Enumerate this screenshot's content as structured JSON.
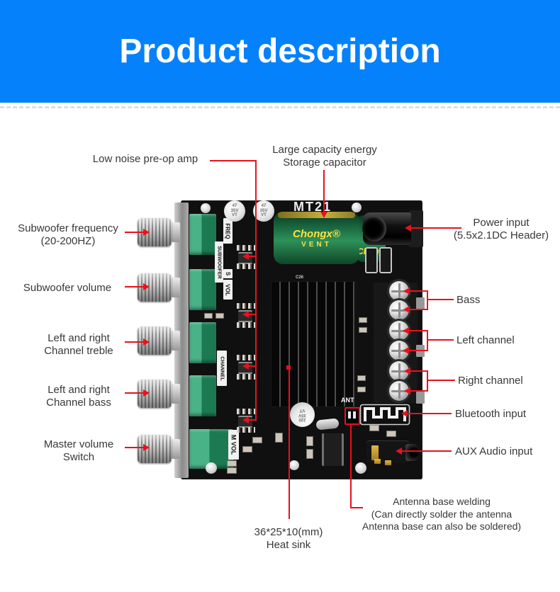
{
  "header": {
    "title": "Product description"
  },
  "colors": {
    "banner_blue": "#0681fc",
    "callout_red": "#e8111e",
    "label_text": "#383838",
    "pot_green": "#2f9e74",
    "capacitor_green": "#1d6b40",
    "capacitor_text_yellow": "#ffe23e"
  },
  "callouts": {
    "low_noise": "Low noise pre-op amp",
    "storage_cap": {
      "l1": "Large capacity energy",
      "l2": "Storage capacitor"
    },
    "power": {
      "l1": "Power input",
      "l2": "(5.5x2.1DC Header)"
    },
    "sub_freq": {
      "l1": "Subwoofer frequency",
      "l2": "(20-200HZ)"
    },
    "sub_vol": "Subwoofer volume",
    "treble": {
      "l1": "Left and right",
      "l2": "Channel treble"
    },
    "bass_knob": {
      "l1": "Left and right",
      "l2": "Channel bass"
    },
    "master": {
      "l1": "Master volume",
      "l2": "Switch"
    },
    "bass_out": "Bass",
    "left_channel": "Left channel",
    "right_channel": "Right channel",
    "bluetooth": "Bluetooth input",
    "aux": "AUX Audio input",
    "antenna": {
      "l1": "Antenna base welding",
      "l2": "(Can directly solder the antenna",
      "l3": "Antenna base can also be soldered)"
    },
    "heatsink": {
      "l1": "36*25*10(mm)",
      "l2": "Heat sink"
    }
  },
  "board": {
    "model": "MT21",
    "silkscreen": {
      "freq": "FREQ",
      "subwoofer": "SUBWOOFER",
      "s": "S",
      "vol": "VOL",
      "channel": "CHANNEL",
      "m_vol": "M VOL",
      "ant": "ANT",
      "c26": "C26"
    },
    "cap47": {
      "l1": "47",
      "l2": "35V",
      "l3": "VT"
    },
    "cap220": {
      "l1": "220",
      "l2": "35V",
      "l3": "VT"
    },
    "big_cap": {
      "brand": "Chongx®",
      "series": "VENT"
    }
  }
}
